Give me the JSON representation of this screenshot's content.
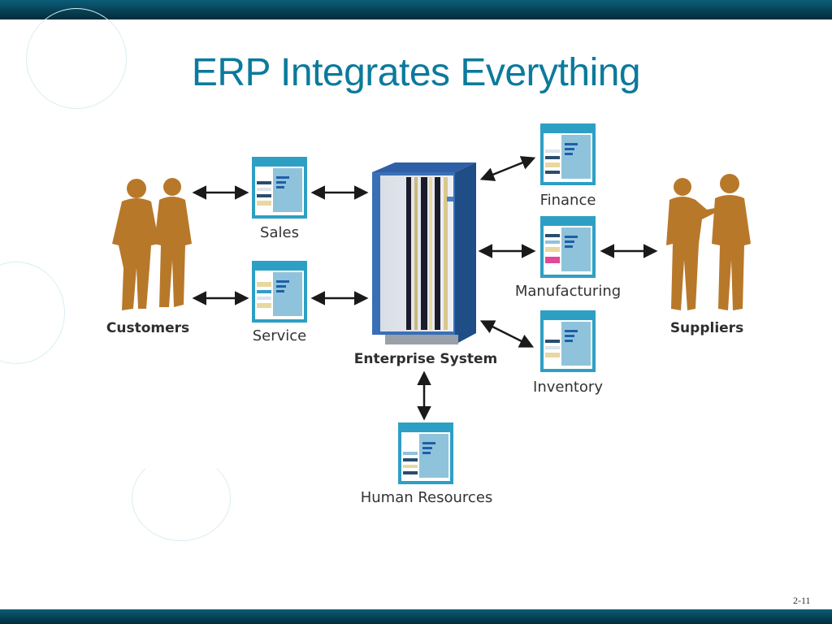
{
  "slide": {
    "title": "ERP Integrates Everything",
    "page_number": "2-11"
  },
  "nodes": {
    "customers": "Customers",
    "sales": "Sales",
    "service": "Service",
    "enterprise": "Enterprise System",
    "finance": "Finance",
    "manufacturing": "Manufacturing",
    "inventory": "Inventory",
    "human_resources": "Human Resources",
    "suppliers": "Suppliers"
  },
  "colors": {
    "title": "#0b7a9c",
    "bar": "#063f52",
    "people": "#b8782a",
    "module_frame": "#2e9fc4",
    "module_pane": "#8fc3db",
    "arrow": "#1a1a1a"
  }
}
